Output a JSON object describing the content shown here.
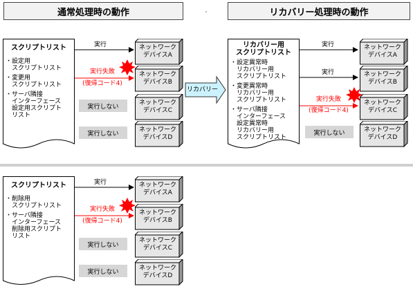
{
  "headers": {
    "normal": "通常処理時の動作",
    "recovery": "リカバリー処理時の動作"
  },
  "dot": "・",
  "top_left": {
    "title": "スクリプトリスト",
    "items": [
      "設定用\nスクリプトリスト",
      "変更用\nスクリプトリスト",
      "サーバ隣接\nインターフェース\n設定用スクリプト\nリスト"
    ],
    "exec": "実行",
    "fail": "実行失敗",
    "code": "(復帰コード4)",
    "noexec": "実行しない",
    "devices": [
      "ネットワーク\nデバイスA",
      "ネットワーク\nデバイスB",
      "ネットワーク\nデバイスC",
      "ネットワーク\nデバイスD"
    ]
  },
  "recovery_arrow": "リカバリー",
  "top_right": {
    "title": "リカバリー用\nスクリプトリスト",
    "items": [
      "設定異常時\nリカバリー用\nスクリプトリスト",
      "変更異常時\nリカバリー用\nスクリプトリスト",
      "サーバ隣接\nインターフェース\n設定異常時\nリカバリー用\nスクリプトリスト"
    ],
    "exec": "実行",
    "fail": "実行失敗",
    "code": "(復帰コード4)",
    "noexec": "実行しない",
    "devices": [
      "ネットワーク\nデバイスA",
      "ネットワーク\nデバイスB",
      "ネットワーク\nデバイスC",
      "ネットワーク\nデバイスD"
    ]
  },
  "bottom_left": {
    "title": "スクリプトリスト",
    "items": [
      "削除用\nスクリプトリスト",
      "サーバ隣接\nインターフェース\n削除用スクリプト\nリスト"
    ],
    "exec": "実行",
    "fail": "実行失敗",
    "code": "(復帰コード4)",
    "noexec": "実行しない",
    "devices": [
      "ネットワーク\nデバイスA",
      "ネットワーク\nデバイスB",
      "ネットワーク\nデバイスC",
      "ネットワーク\nデバイスD"
    ]
  },
  "colors": {
    "arrow_black": "#000000",
    "arrow_red": "#ff0000",
    "recovery_fill": "#ccf2ff",
    "box_fill": "#e6e6e6",
    "burst": "#ff0000"
  }
}
